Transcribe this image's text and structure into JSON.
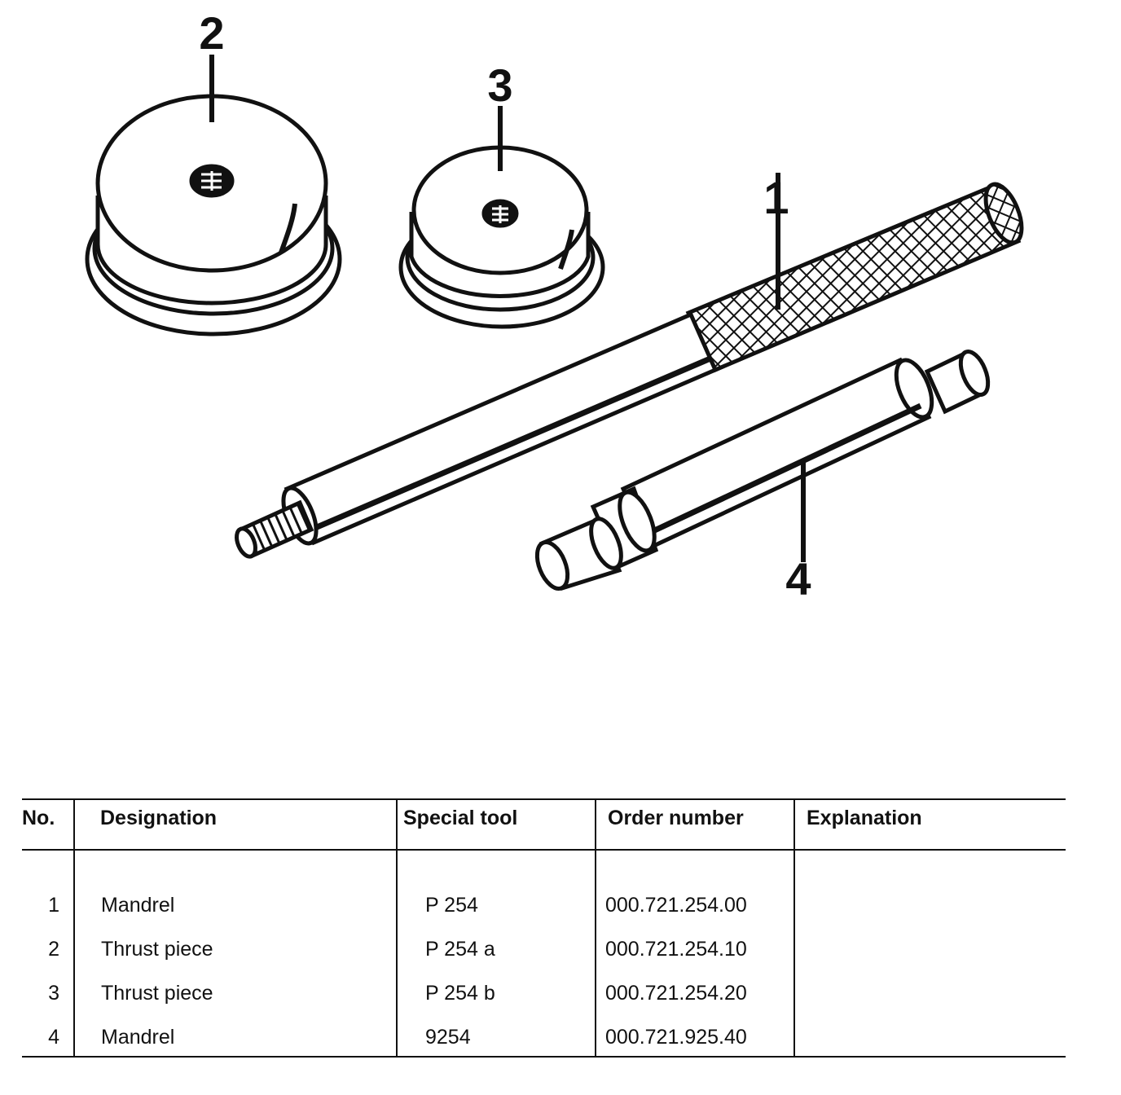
{
  "illustration": {
    "callouts": [
      "1",
      "2",
      "3",
      "4"
    ]
  },
  "table": {
    "headers": [
      "No.",
      "Designation",
      "Special tool",
      "Order number",
      "Explanation"
    ],
    "rows": [
      {
        "no": "1",
        "designation": "Mandrel",
        "special_tool": "P 254",
        "order_number": "000.721.254.00",
        "explanation": ""
      },
      {
        "no": "2",
        "designation": "Thrust piece",
        "special_tool": "P 254 a",
        "order_number": "000.721.254.10",
        "explanation": ""
      },
      {
        "no": "3",
        "designation": "Thrust piece",
        "special_tool": "P 254 b",
        "order_number": "000.721.254.20",
        "explanation": ""
      },
      {
        "no": "4",
        "designation": "Mandrel",
        "special_tool": "9254",
        "order_number": "000.721.925.40",
        "explanation": ""
      }
    ]
  }
}
